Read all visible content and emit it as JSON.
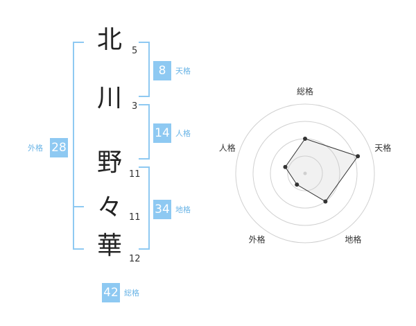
{
  "name": {
    "characters": [
      {
        "char": "北",
        "strokes": "5"
      },
      {
        "char": "川",
        "strokes": "3"
      },
      {
        "char": "野",
        "strokes": "11"
      },
      {
        "char": "々",
        "strokes": "11"
      },
      {
        "char": "華",
        "strokes": "12"
      }
    ]
  },
  "kaku": {
    "tenkaku": {
      "value": "8",
      "label": "天格"
    },
    "jinkaku": {
      "value": "14",
      "label": "人格"
    },
    "chikaku": {
      "value": "34",
      "label": "地格"
    },
    "gaikaku": {
      "value": "28",
      "label": "外格"
    },
    "soukaku": {
      "value": "42",
      "label": "総格"
    }
  },
  "chart_data": {
    "type": "radar",
    "axes": [
      "総格",
      "天格",
      "地格",
      "外格",
      "人格"
    ],
    "values": [
      2.5,
      4,
      2.5,
      1,
      1.5
    ],
    "range": [
      0,
      5
    ],
    "rings": 4
  },
  "colors": {
    "accent": "#8ec9f2",
    "label": "#6ab4e6"
  }
}
